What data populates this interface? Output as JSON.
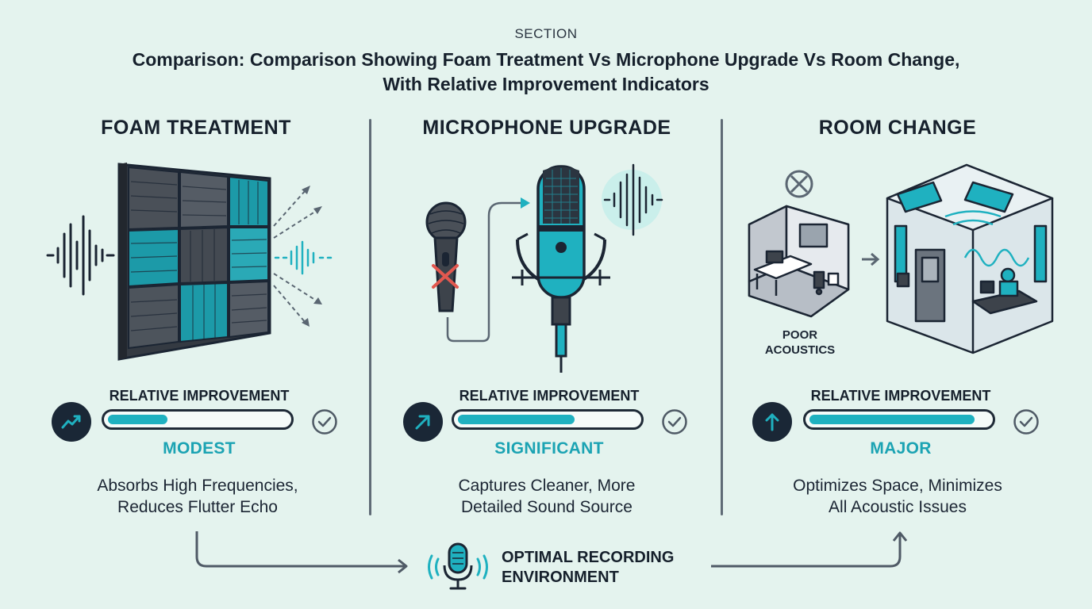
{
  "header": {
    "section_label": "SECTION",
    "title": "Comparison: Comparison Showing Foam Treatment Vs Microphone Upgrade Vs Room Change, With Relative Improvement Indicators"
  },
  "colors": {
    "accent": "#1fb1c0",
    "dark": "#1a2736",
    "background": "#e4f3ee"
  },
  "columns": [
    {
      "title": "FOAM TREATMENT",
      "improvement_label": "RELATIVE IMPROVEMENT",
      "improvement_fraction": 0.33,
      "level": "MODEST",
      "trend_icon": "trend-up-icon",
      "description": [
        "Absorbs High Frequencies,",
        "Reduces Flutter Echo"
      ]
    },
    {
      "title": "MICROPHONE UPGRADE",
      "improvement_label": "RELATIVE IMPROVEMENT",
      "improvement_fraction": 0.65,
      "level": "SIGNIFICANT",
      "trend_icon": "arrow-up-right-icon",
      "description": [
        "Captures Cleaner, More",
        "Detailed Sound Source"
      ]
    },
    {
      "title": "ROOM CHANGE",
      "improvement_label": "RELATIVE IMPROVEMENT",
      "improvement_fraction": 0.92,
      "level": "MAJOR",
      "trend_icon": "arrow-up-icon",
      "description": [
        "Optimizes Space, Minimizes",
        "All Acoustic Issues"
      ],
      "poor_label": [
        "POOR",
        "ACOUSTICS"
      ]
    }
  ],
  "footer": {
    "label": [
      "OPTIMAL RECORDING",
      "ENVIRONMENT"
    ]
  }
}
